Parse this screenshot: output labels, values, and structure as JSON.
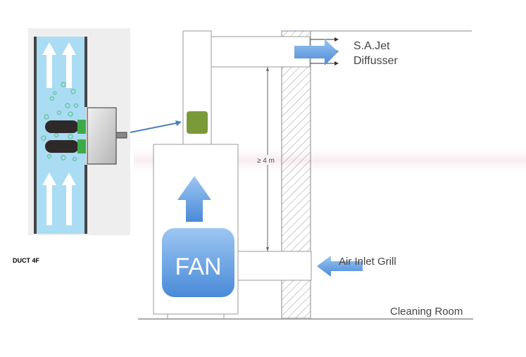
{
  "labels": {
    "duct_caption": "DUCT 4F",
    "diffuser_line1": "S.A.Jet",
    "diffuser_line2": "Diffusser",
    "height_dimension": "≥ 4 m",
    "fan": "FAN",
    "air_inlet": "Air Inlet Grill",
    "room": "Cleaning Room"
  },
  "colors": {
    "duct_fill": "#aadcf4",
    "arrow_blue": "#5a96dc",
    "sensor_green": "#7a9a3a",
    "tube_green": "#3daa48"
  }
}
